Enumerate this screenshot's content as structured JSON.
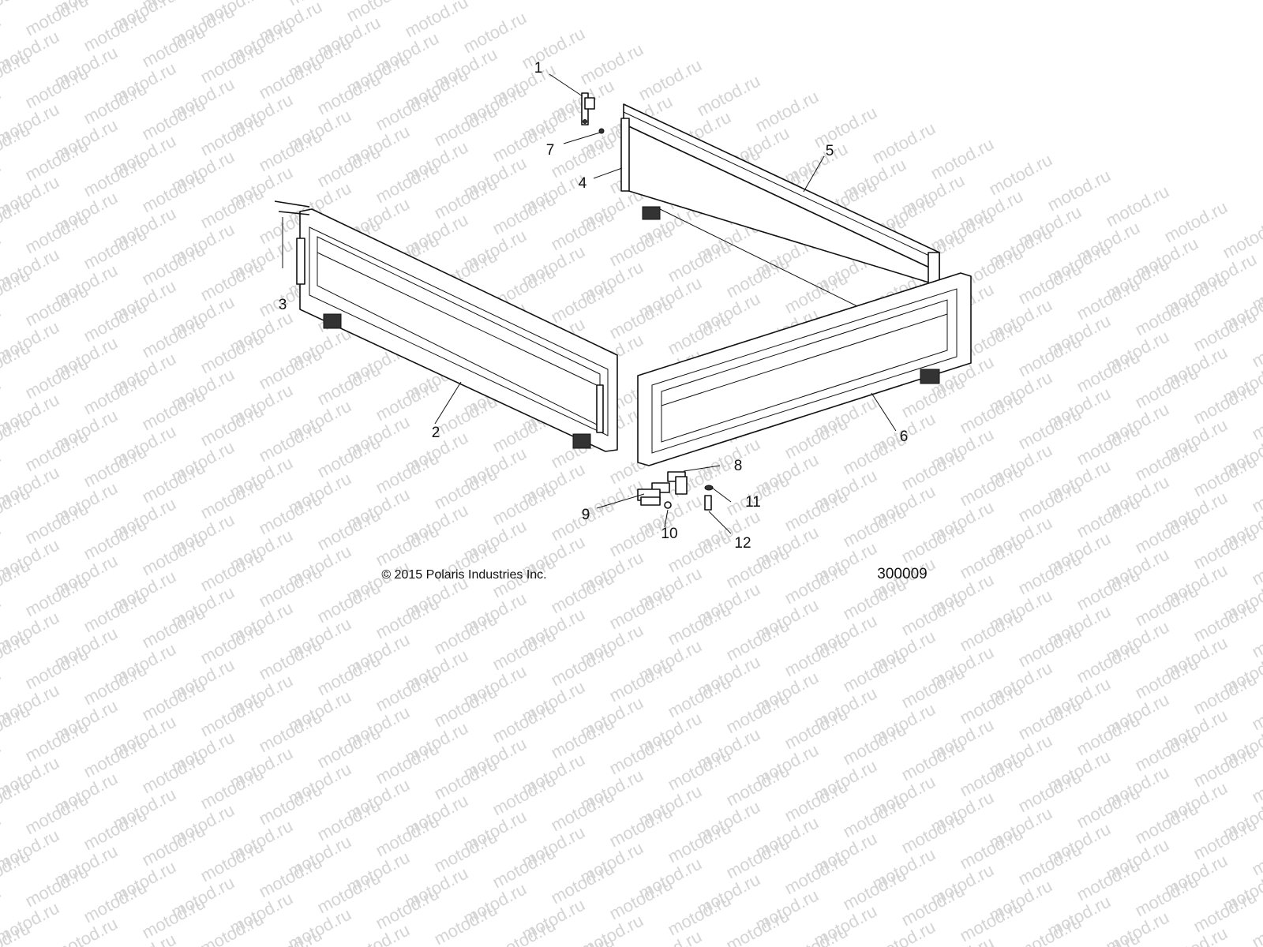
{
  "watermark": {
    "text": "motod.ru"
  },
  "callouts": {
    "c1": "1",
    "c2": "2",
    "c3": "3",
    "c4": "4",
    "c5": "5",
    "c6": "6",
    "c7": "7",
    "c8": "8",
    "c9": "9",
    "c10": "10",
    "c11": "11",
    "c12": "12"
  },
  "footer": {
    "copyright": "© 2015 Polaris Industries Inc.",
    "figure_number": "300009"
  }
}
